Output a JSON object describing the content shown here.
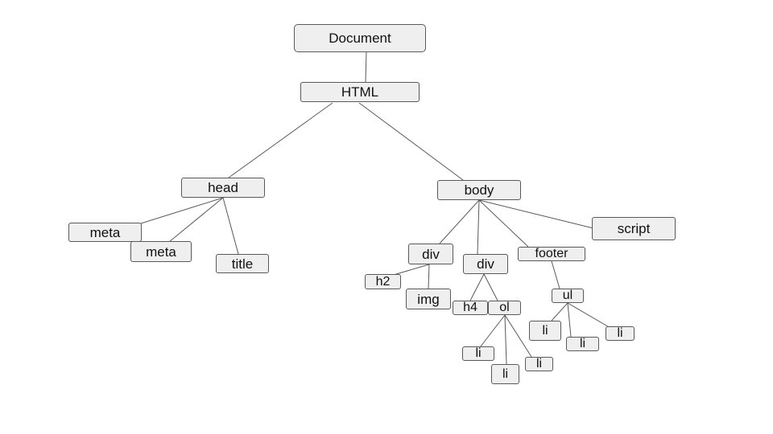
{
  "diagram": {
    "node_fill": "#efefef",
    "node_border": "#595959",
    "edge_color": "#595959",
    "nodes": {
      "document": "Document",
      "html": "HTML",
      "head": "head",
      "meta1": "meta",
      "meta2": "meta",
      "title": "title",
      "body": "body",
      "div1": "div",
      "h2": "h2",
      "img": "img",
      "div2": "div",
      "h4": "h4",
      "ol": "ol",
      "ol_li1": "li",
      "ol_li2": "li",
      "ol_li3": "li",
      "footer": "footer",
      "ul": "ul",
      "ul_li1": "li",
      "ul_li2": "li",
      "ul_li3": "li",
      "script": "script"
    },
    "edges": [
      [
        "document",
        "html"
      ],
      [
        "html",
        "head"
      ],
      [
        "html",
        "body"
      ],
      [
        "head",
        "meta1"
      ],
      [
        "head",
        "meta2"
      ],
      [
        "head",
        "title"
      ],
      [
        "body",
        "div1"
      ],
      [
        "body",
        "div2"
      ],
      [
        "body",
        "footer"
      ],
      [
        "body",
        "script"
      ],
      [
        "div1",
        "h2"
      ],
      [
        "div1",
        "img"
      ],
      [
        "div2",
        "h4"
      ],
      [
        "div2",
        "ol"
      ],
      [
        "ol",
        "ol_li1"
      ],
      [
        "ol",
        "ol_li2"
      ],
      [
        "ol",
        "ol_li3"
      ],
      [
        "footer",
        "ul"
      ],
      [
        "ul",
        "ul_li1"
      ],
      [
        "ul",
        "ul_li2"
      ],
      [
        "ul",
        "ul_li3"
      ]
    ]
  }
}
